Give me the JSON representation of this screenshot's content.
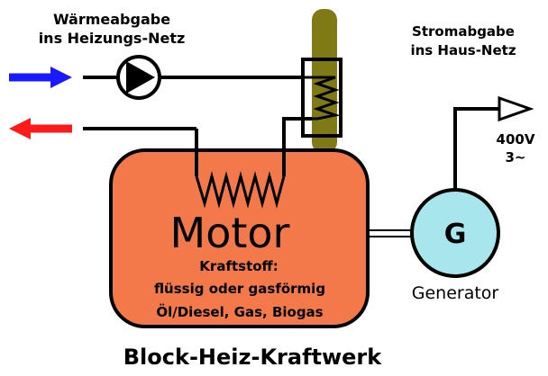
{
  "labels": {
    "heat_line1": "Wärmeabgabe",
    "heat_line2": "ins Heizungs-Netz",
    "power_line1": "Stromabgabe",
    "power_line2": "ins Haus-Netz",
    "voltage": "400V",
    "phase": "3~",
    "motor": "Motor",
    "fuel_title": "Kraftstoff:",
    "fuel_line1": "flüssig oder gasförmig",
    "fuel_line2": "Öl/Diesel, Gas, Biogas",
    "generator_symbol": "G",
    "generator_caption": "Generator",
    "title": "Block-Heiz-Kraftwerk"
  },
  "colors": {
    "motor_fill": "#f4794a",
    "generator_fill": "#a8e6ee",
    "exhaust_fill": "#7f7a16",
    "supply_arrow": "#1a1aff",
    "return_arrow": "#ff1a1a",
    "line": "#000000"
  },
  "icons": {
    "pump": "pump-icon",
    "heat_exchanger": "heat-exchanger-coil-icon",
    "motor_coil": "cooling-coil-icon",
    "output_arrow": "output-arrow-icon"
  }
}
